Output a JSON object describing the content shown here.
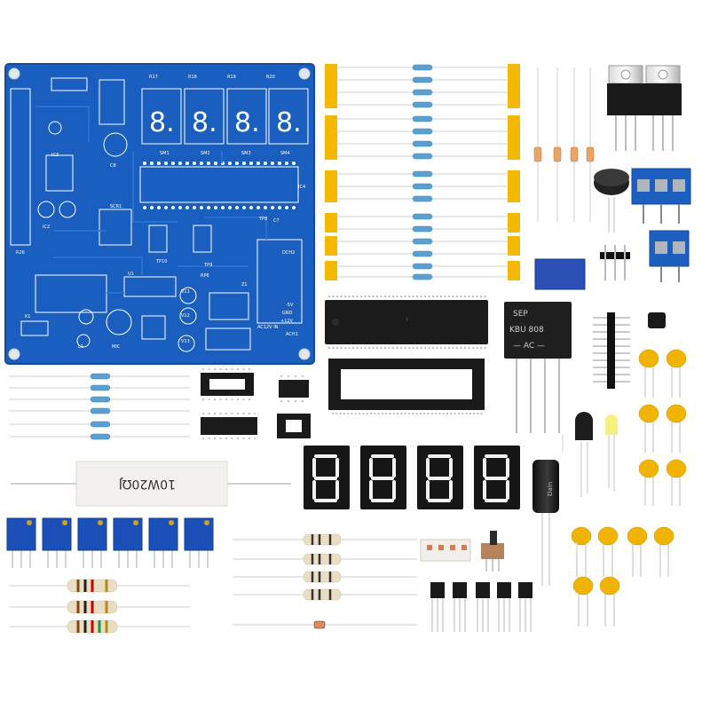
{
  "pcb": {
    "labels": [
      "R17",
      "R18",
      "R19",
      "R20",
      "SM1",
      "SM2",
      "SM3",
      "SM4",
      "IC4",
      "IC3",
      "IC2",
      "SCR1",
      "C8",
      "K1",
      "MIC",
      "L1",
      "V11",
      "V12",
      "V13",
      "U1",
      "DCH2",
      "R26",
      "C7",
      "TP8",
      "TP10",
      "TP9",
      "RP6",
      "Z1",
      "ACH1",
      "AC12V IN",
      "+12V",
      "GND",
      "-5V"
    ],
    "board_color": "#1a5fc0",
    "silk_color": "#ffffff"
  },
  "power_resistor": {
    "marking": "10W20ΩJ"
  },
  "bridge_rectifier": {
    "brand": "SEP",
    "model": "KBU 808",
    "terminals": "— AC —"
  },
  "capacitor": {
    "marking": "Dain"
  },
  "colors": {
    "board": "#1a5fc0",
    "jumper_tape": "#f5b800",
    "ceramic_cap": "#f0b400",
    "trimpot": "#1d4fb8",
    "terminal_block": "#1d5fbf",
    "ic_body": "#1b1b1b"
  }
}
